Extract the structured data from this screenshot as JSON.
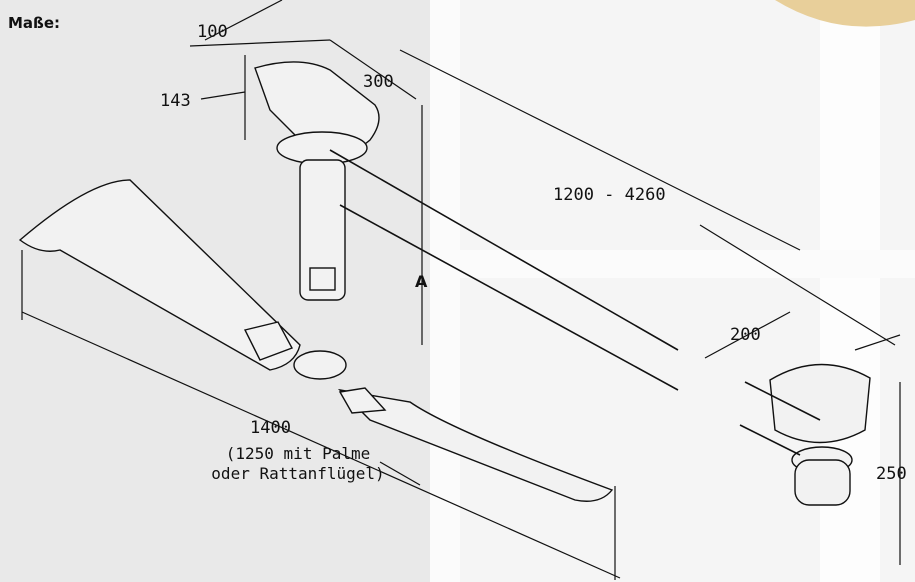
{
  "title": "Maße:",
  "dimensions": {
    "top_width": "100",
    "mount_height": "143",
    "mount_depth": "300",
    "rod_length": "1200 - 4260",
    "height_label": "A",
    "blade_span": "1400",
    "blade_span_note_1": "(1250 mit Palme",
    "blade_span_note_2": "oder Rattanflügel)",
    "motor_width": "200",
    "motor_height": "250"
  },
  "colors": {
    "background_left": "#e8e8e8",
    "background_right": "#f6f6f6",
    "line": "#111111",
    "part_fill": "#f2f2f2"
  }
}
